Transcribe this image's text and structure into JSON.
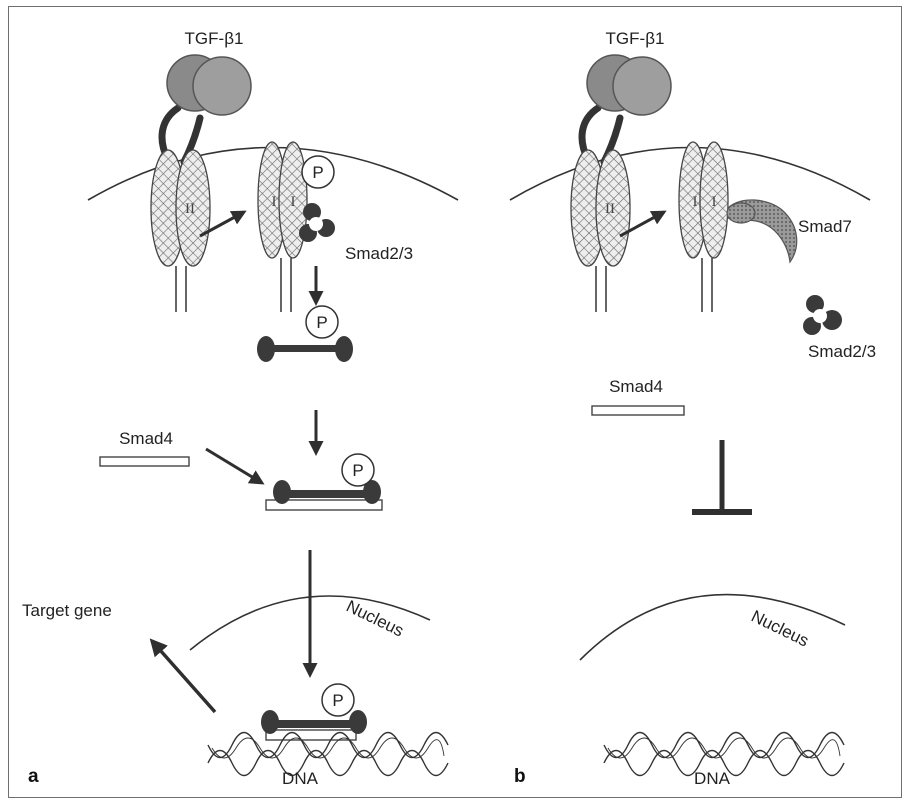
{
  "panels": [
    {
      "letter": "a",
      "ligand": "TGF-β1",
      "receptor_II": "II",
      "receptor_I": "I",
      "phospho": "P",
      "rsmad": "Smad2/3",
      "cosmad": "Smad4",
      "nucleus": "Nucleus",
      "target": "Target gene",
      "dna": "DNA"
    },
    {
      "letter": "b",
      "ligand": "TGF-β1",
      "receptor_II": "II",
      "receptor_I": "I",
      "inhibitor": "Smad7",
      "rsmad": "Smad2/3",
      "cosmad": "Smad4",
      "nucleus": "Nucleus",
      "dna": "DNA"
    }
  ],
  "colors": {
    "ligand": "#7a7a7a",
    "smad_dark": "#3a3a3a",
    "receptor_fill": "#d6d6d6",
    "arrow": "#2f2f2f"
  }
}
